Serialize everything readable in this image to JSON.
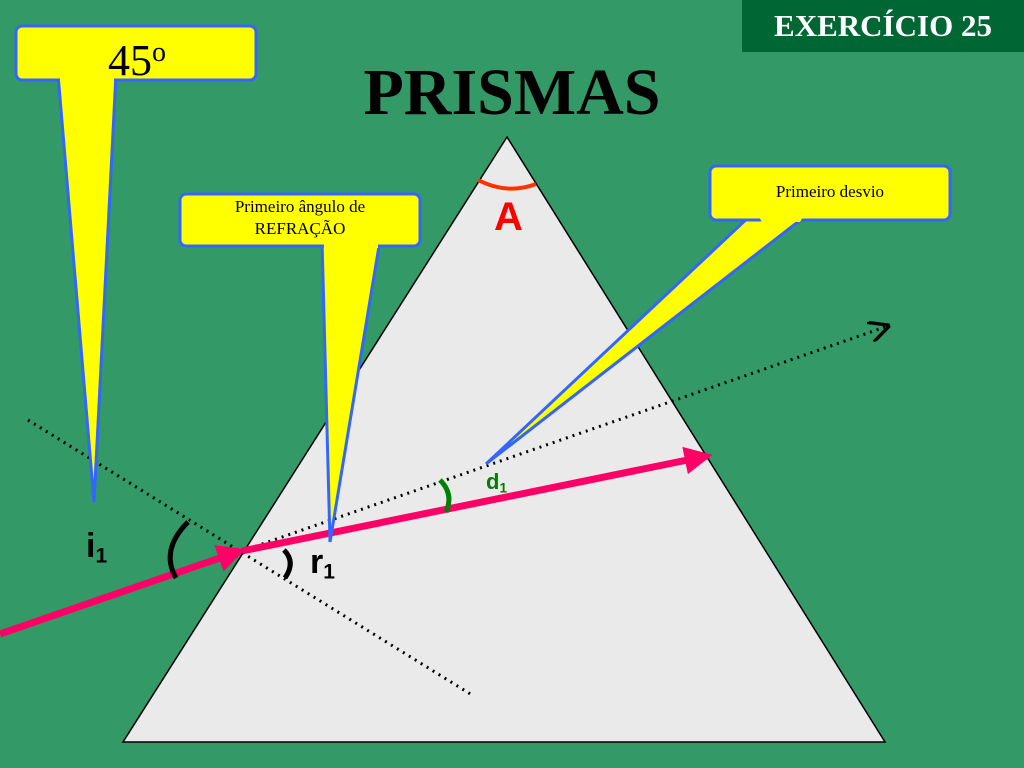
{
  "badge": {
    "text": "EXERCÍCIO 25"
  },
  "title": "PRISMAS",
  "callouts": {
    "incidence": {
      "value": "45",
      "superscript": "o"
    },
    "refraction": {
      "line1": "Primeiro ângulo de",
      "line2": "REFRAÇÃO"
    },
    "deviation": {
      "text": "Primeiro desvio"
    }
  },
  "labels": {
    "apex": "A",
    "incidence": {
      "base": "i",
      "sub": "1"
    },
    "refraction": {
      "base": "r",
      "sub": "1"
    },
    "deviation": {
      "base": "d",
      "sub": "1"
    }
  },
  "colors": {
    "background": "#339966",
    "badge": "#006633",
    "prism": "#eaeaea",
    "ray": "#ff0066",
    "callout_fill": "#ffff00",
    "callout_border": "#3366ff",
    "apex_arc": "#ff3300",
    "deviation": "#008000"
  }
}
